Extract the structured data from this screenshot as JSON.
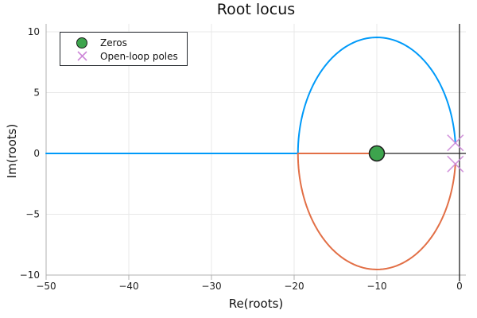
{
  "title": "Root locus",
  "legend": {
    "items": [
      {
        "label": "Zeros",
        "marker": "circle",
        "color": "#3da44d"
      },
      {
        "label": "Open-loop poles",
        "marker": "x",
        "color": "#cd87d8"
      }
    ]
  },
  "chart_data": {
    "type": "line",
    "title": "Root locus",
    "xlabel": "Re(roots)",
    "ylabel": "Im(roots)",
    "xlim": [
      -50,
      0.8
    ],
    "ylim": [
      -10.6,
      10.6
    ],
    "grid": true,
    "legend_position": "top-left",
    "x_ticks": [
      {
        "v": -50,
        "label": "−50"
      },
      {
        "v": -40,
        "label": "−40"
      },
      {
        "v": -30,
        "label": "−30"
      },
      {
        "v": -20,
        "label": "−20"
      },
      {
        "v": -10,
        "label": "−10"
      },
      {
        "v": 0,
        "label": "0"
      }
    ],
    "y_ticks": [
      {
        "v": 10,
        "label": "10"
      },
      {
        "v": 5,
        "label": "5"
      },
      {
        "v": 0,
        "label": "0"
      },
      {
        "v": -5,
        "label": "−5"
      },
      {
        "v": -10,
        "label": "−10"
      }
    ],
    "zeros": [
      {
        "re": -10,
        "im": 0
      }
    ],
    "poles": [
      {
        "re": -0.5,
        "im": 0.87
      },
      {
        "re": -0.5,
        "im": -0.87
      }
    ],
    "zero_color": "#3da44d",
    "pole_color": "#cd87d8",
    "axis_line_color": "#222222",
    "locus": {
      "circle_center": [
        -10,
        0
      ],
      "circle_radius": 9.54,
      "break_in": -19.54,
      "branches": [
        {
          "name": "branch-1",
          "color": "#009af9",
          "real_segment": [
            -50,
            -19.54
          ],
          "arc": "upper"
        },
        {
          "name": "branch-2",
          "color": "#e26f46",
          "real_segment": [
            -19.54,
            -10
          ],
          "arc": "lower"
        }
      ]
    }
  }
}
